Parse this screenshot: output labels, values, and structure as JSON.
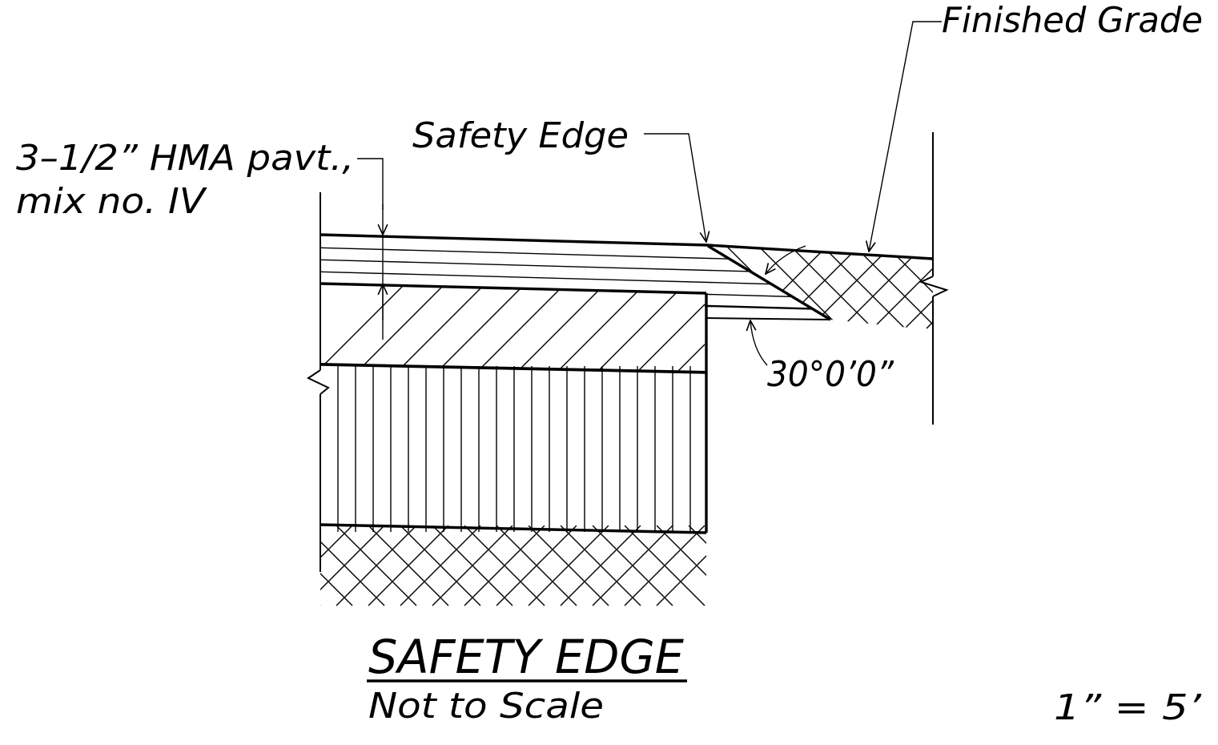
{
  "labels": {
    "finished_grade": "Finished Grade",
    "safety_edge": "Safety Edge",
    "hma_line1": "3–1/2” HMA pavt.,",
    "hma_line2": "mix no. IV",
    "angle": "30°0’0”",
    "title": "SAFETY EDGE",
    "subtitle": "Not to Scale",
    "scale": "1”  =  5’"
  },
  "colors": {
    "line": "#000000",
    "background": "#ffffff"
  }
}
